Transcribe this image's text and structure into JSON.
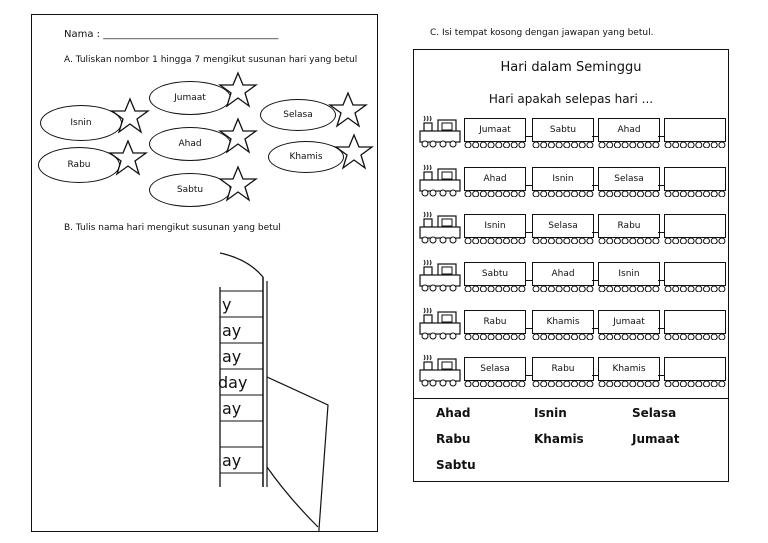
{
  "left": {
    "name_label": "Nama : ___________________________________",
    "section_a": "A.  Tuliskan nombor 1 hingga 7 mengikut susunan hari yang betul",
    "days_a": [
      "Isnin",
      "Jumaat",
      "Ahad",
      "Rabu",
      "Sabtu",
      "Selasa",
      "Khamis"
    ],
    "section_b": "B.  Tulis nama hari mengikut susunan yang betul",
    "calendar_fragments": [
      "y",
      "ay",
      "ay",
      "day",
      "ay",
      "ay"
    ]
  },
  "right": {
    "section_c": "C.  Isi tempat kosong dengan jawapan yang betul.",
    "title": "Hari dalam Seminggu",
    "question": "Hari apakah selepas hari ...",
    "trains": [
      [
        "Jumaat",
        "Sabtu",
        "Ahad",
        ""
      ],
      [
        "Ahad",
        "Isnin",
        "Selasa",
        ""
      ],
      [
        "Isnin",
        "Selasa",
        "Rabu",
        ""
      ],
      [
        "Sabtu",
        "Ahad",
        "Isnin",
        ""
      ],
      [
        "Rabu",
        "Khamis",
        "Jumaat",
        ""
      ],
      [
        "Selasa",
        "Rabu",
        "Khamis",
        ""
      ]
    ],
    "word_bank": [
      "Ahad",
      "Isnin",
      "Selasa",
      "Rabu",
      "Khamis",
      "Jumaat",
      "Sabtu"
    ]
  }
}
